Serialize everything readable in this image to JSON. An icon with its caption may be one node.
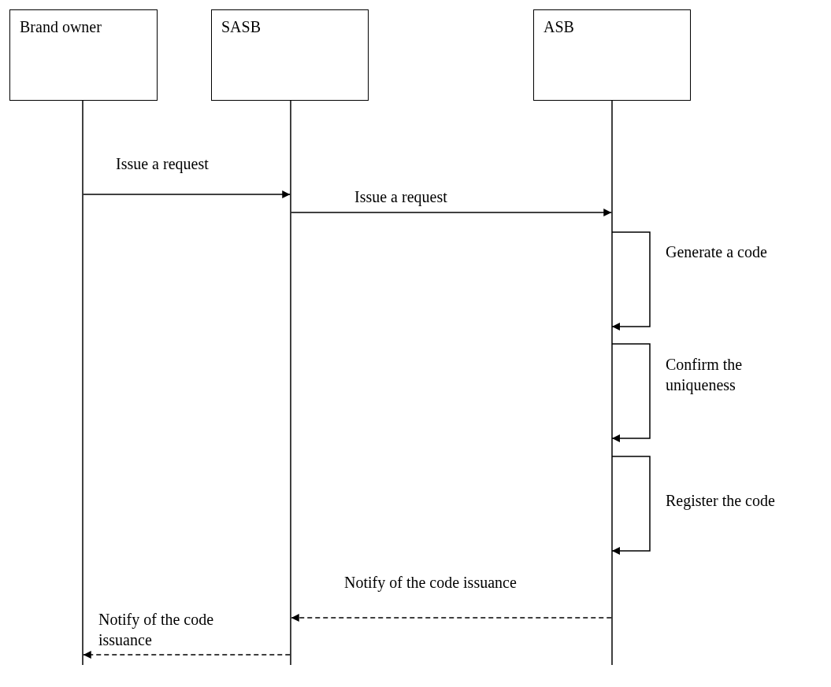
{
  "diagram": {
    "nodes": [
      {
        "text": [
          "Brand owner"
        ]
      },
      {
        "text": [
          "SASB"
        ]
      },
      {
        "text": [
          "ASB"
        ]
      }
    ],
    "edges": [
      {
        "from": 0,
        "to": 1,
        "arrow": "to",
        "label": "Issue a request"
      },
      {
        "from": 1,
        "to": 2,
        "arrow": "to",
        "label": "Issue a request"
      },
      {
        "from": 2,
        "to": 2,
        "arrow": "to",
        "label": "Generate a code"
      },
      {
        "from": 2,
        "to": 2,
        "arrow": "to",
        "label": "Confirm the uniqueness"
      },
      {
        "from": 2,
        "to": 2,
        "arrow": "to",
        "label": "Register the code"
      },
      {
        "from": 2,
        "to": 1,
        "arrow": "to",
        "label": "Notify of the code issuance",
        "style": "dashed"
      },
      {
        "from": 1,
        "to": 0,
        "arrow": "to",
        "label": "Notify of the code issuance",
        "style": "dashed"
      }
    ]
  }
}
